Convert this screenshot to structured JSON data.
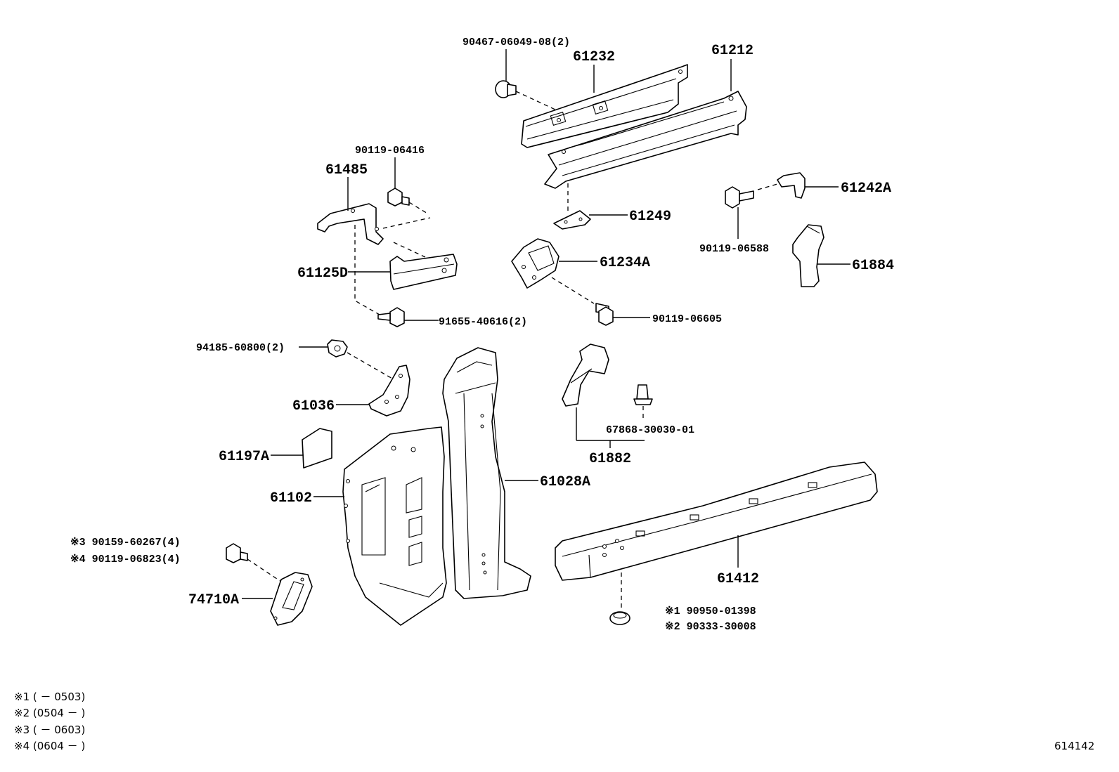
{
  "labels": {
    "p90467": "90467-06049-08(2)",
    "p61232": "61232",
    "p61212": "61212",
    "p90119_06416": "90119-06416",
    "p61485": "61485",
    "p61125D": "61125D",
    "p91655": "91655-40616(2)",
    "p61249": "61249",
    "p61234A": "61234A",
    "p90119_06605": "90119-06605",
    "p61242A": "61242A",
    "p90119_06588": "90119-06588",
    "p61884": "61884",
    "p94185": "94185-60800(2)",
    "p61036": "61036",
    "p61197A": "61197A",
    "p61102": "61102",
    "p61028A": "61028A",
    "p67868": "67868-30030-01",
    "p61882": "61882",
    "p90159": "※3 90159-60267(4)",
    "p90119_06823": "※4 90119-06823(4)",
    "p74710A": "74710A",
    "p61412": "61412",
    "p90950": "※1 90950-01398",
    "p90333": "※2 90333-30008"
  },
  "footnotes": [
    "※1 (        － 0503)",
    "※2 (0504 －        )",
    "※3 (        － 0603)",
    "※4 (0604 －        )"
  ],
  "diagram_id": "614142"
}
